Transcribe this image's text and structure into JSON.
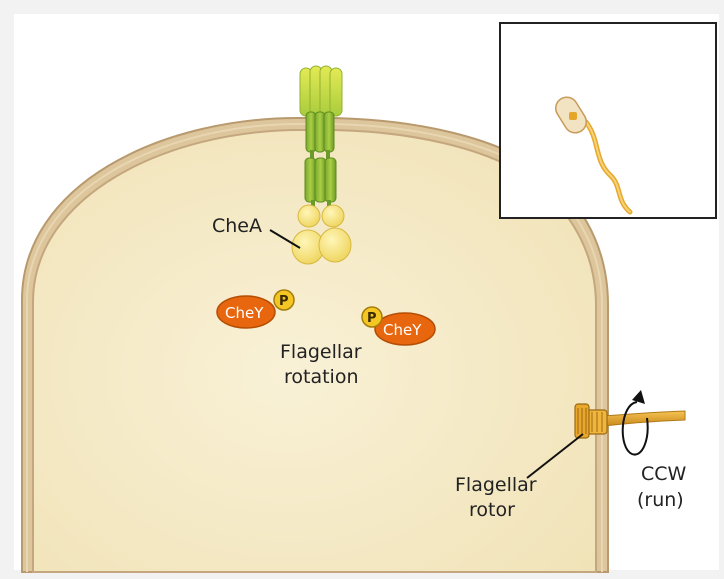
{
  "labels": {
    "chea": "CheA",
    "chey_left": "CheY",
    "chey_right": "CheY",
    "phospho_left": "P",
    "phospho_right": "P",
    "flagellar_rotation_line1": "Flagellar",
    "flagellar_rotation_line2": "rotation",
    "flagellar_rotor_line1": "Flagellar",
    "flagellar_rotor_line2": "rotor",
    "direction_line1": "CCW",
    "direction_line2": "(run)"
  },
  "colors": {
    "background": "#f2f2f2",
    "panel": "#ffffff",
    "cell_fill": "#f6ecc9",
    "cell_membrane": "#c4a77f",
    "receptor_green": "#8dbd3a",
    "receptor_yellow": "#d8e24a",
    "chea_yellow": "#f4e07a",
    "chey_orange": "#e8660d",
    "phospho_yellow": "#f3c623",
    "flagellum": "#e6a92c"
  },
  "icons": {
    "rotation": "circular-arrow-icon",
    "inset": "bacterium-with-flagellum-icon"
  }
}
